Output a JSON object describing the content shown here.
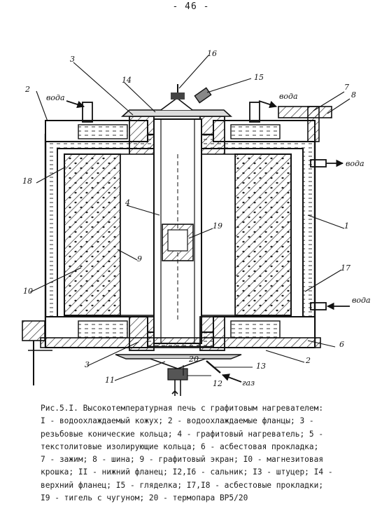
{
  "page_number": "- 46 -",
  "figure": {
    "callouts": {
      "c1": "1",
      "c2": "2",
      "c3": "3",
      "c4": "4",
      "c6": "6",
      "c7": "7",
      "c8": "8",
      "c9": "9",
      "c10": "10",
      "c11": "11",
      "c12": "12",
      "c13": "13",
      "c14": "14",
      "c15": "15",
      "c16": "16",
      "c17": "17",
      "c18": "18",
      "c19": "19",
      "c20": "20"
    },
    "flow_labels": {
      "water_in_top": "вода",
      "water_out_top": "вода",
      "water_out_side": "вода",
      "water_in_side": "вода",
      "gas": "газ"
    }
  },
  "caption": {
    "lines": [
      "Рис.5.I. Высокотемпературная печь с графитовым нагревателем:",
      "I - водоохлаждаемый кожух; 2 - водоохлаждаемые фланцы; 3 -",
      "резьбовые конические кольца; 4 - графитовый нагреватель; 5 -",
      "текстолитовые изолирующие кольца; 6 - асбестовая прокладка;",
      "7 - зажим; 8 - шина; 9 - графитовый экран; I0 - магнезитовая",
      "крошка; II - нижний фланец; I2,I6 - сальник; I3 - штуцер; I4 -",
      "верхний фланец; I5 - гляделка; I7,I8 - асбестовые прокладки;",
      "I9 - тигель с чугуном; 20 - термопара ВР5/20"
    ]
  }
}
